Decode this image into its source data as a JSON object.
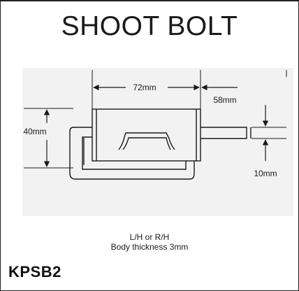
{
  "title": "SHOOT BOLT",
  "dimensions": {
    "length": "72mm",
    "extension": "58mm",
    "height": "40mm",
    "bolt_diameter": "10mm"
  },
  "notes": {
    "handing": "L/H or R/H",
    "thickness": "Body thickness 3mm"
  },
  "product_code": "KPSB2"
}
